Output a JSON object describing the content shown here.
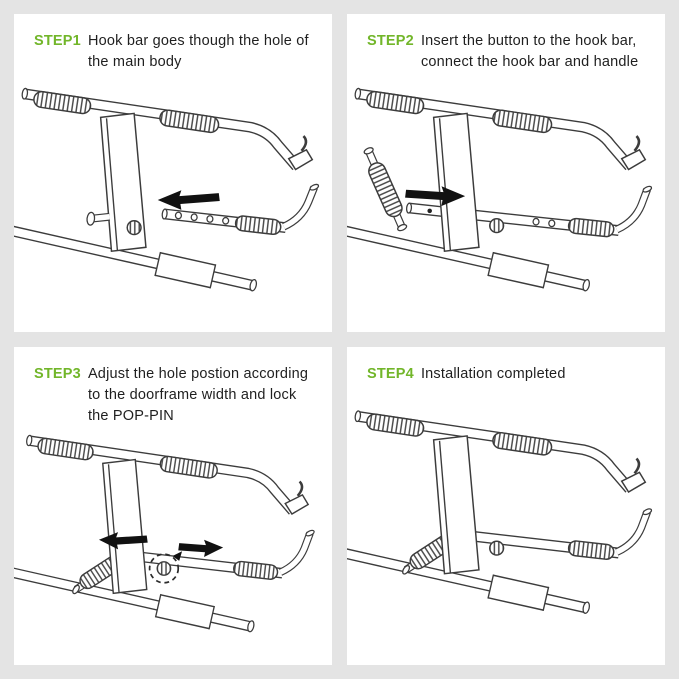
{
  "page": {
    "background": "#e4e4e4",
    "panel_background": "#ffffff"
  },
  "colors": {
    "step_accent": "#72b62a",
    "text": "#1f1f1f",
    "line_art": "#3c3c3c"
  },
  "steps": [
    {
      "id": 1,
      "label": "STEP1",
      "text": "Hook bar goes though the hole of the main body"
    },
    {
      "id": 2,
      "label": "STEP2",
      "text": "Insert the button to the hook bar, connect the hook bar and handle"
    },
    {
      "id": 3,
      "label": "STEP3",
      "text": "Adjust the hole postion according to the doorframe width and lock the POP-PIN"
    },
    {
      "id": 4,
      "label": "STEP4",
      "text": "Installation completed"
    }
  ]
}
